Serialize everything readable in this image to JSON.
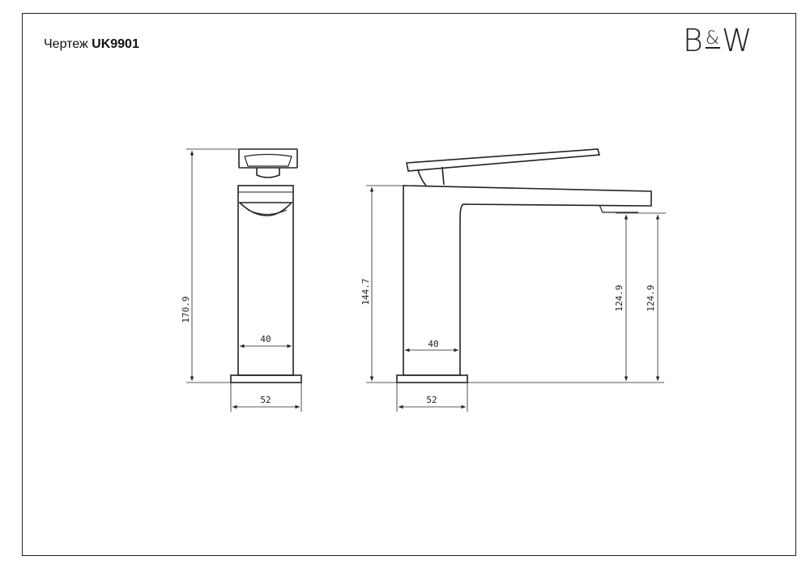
{
  "header": {
    "title_prefix": "Чертеж",
    "model_code": "UK9901"
  },
  "brand": {
    "logo_left": "B",
    "logo_amp": "&",
    "logo_right": "W"
  },
  "front_view": {
    "height_label": "170.9",
    "body_width_label": "40",
    "base_width_label": "52"
  },
  "side_view": {
    "height_label": "144.7",
    "body_width_label": "40",
    "base_width_label": "52",
    "spout_height_inner_label": "124.9",
    "spout_height_outer_label": "124.9"
  },
  "colors": {
    "line": "#222222",
    "background": "#ffffff"
  }
}
